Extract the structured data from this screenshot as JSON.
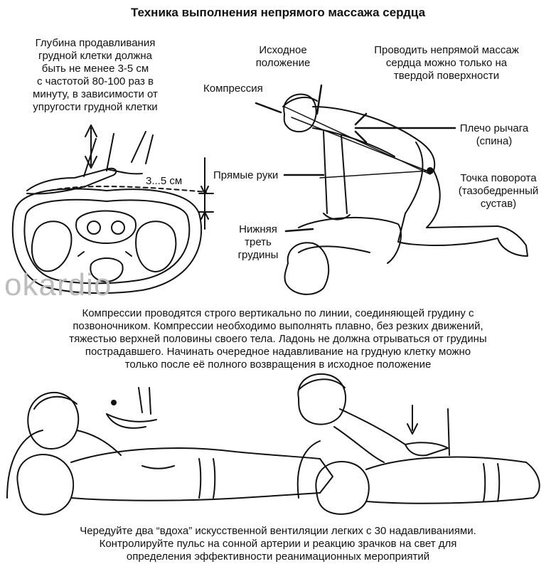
{
  "title": "Техника выполнения непрямого массажа сердца",
  "labels": {
    "depth": [
      "Глубина продавливания",
      "грудной клетки должна",
      "быть не менее 3-5 см",
      "с частотой 80-100 раз в",
      "минуту, в зависимости от",
      "упругости грудной клетки"
    ],
    "depth_measure": "3...5 см",
    "initial_position": [
      "Исходное",
      "положение"
    ],
    "compression": "Компрессия",
    "hard_surface": [
      "Проводить непрямой массаж",
      "сердца можно только на",
      "твердой поверхности"
    ],
    "lever_arm": [
      "Плечо рычага",
      "(спина)"
    ],
    "straight_arms": "Прямые руки",
    "pivot_point": [
      "Точка поворота",
      "(тазобедренный",
      "сустав)"
    ],
    "lower_third": [
      "Нижняя",
      "треть",
      "грудины"
    ]
  },
  "middle_text": [
    "Компрессии проводятся строго вертикально по линии, соединяющей грудину с",
    "позвоночником. Компрессии необходимо выполнять плавно, без резких движений,",
    "тяжестью верхней половины своего тела. Ладонь не должна отрываться от грудины",
    "пострадавшего. Начинать очередное надавливание на грудную клетку можно",
    "только после её полного возвращения в исходное положение"
  ],
  "bottom_text": [
    "Чередуйте два “вдоха” искусственной вентиляции легких с 30 надавливаниями.",
    "Контролируйте пульс на сонной артерии и реакцию зрачков на свет для",
    "определения эффективности реанимационных мероприятий"
  ],
  "watermark": "okardio"
}
